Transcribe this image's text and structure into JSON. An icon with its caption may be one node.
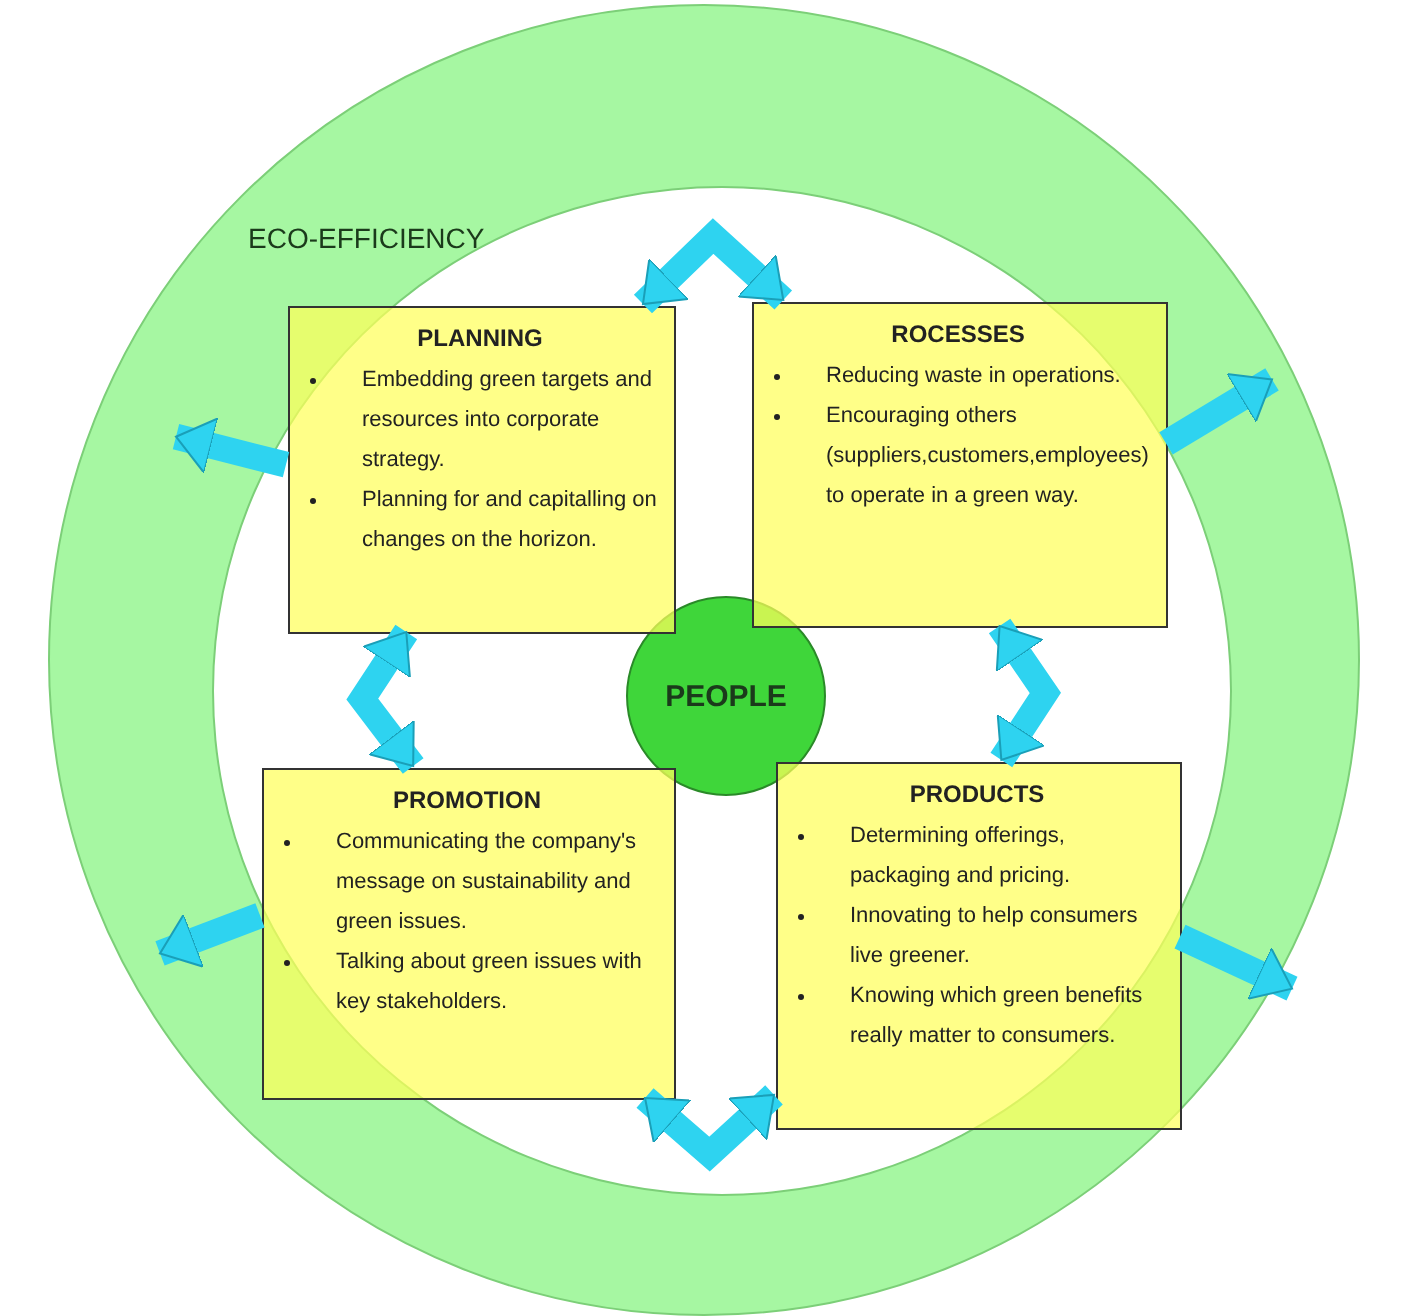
{
  "diagram": {
    "nodes": [
      {
        "text": [
          "ECO-EFFICIENCY"
        ]
      },
      {
        "text": [
          "PLANNING",
          "Embedding green targets and resources into corporate strategy.",
          "Planning for and capitalling on changes on the horizon."
        ],
        "in": 0
      },
      {
        "text": [
          "ROCESSES",
          "Reducing waste in operations.",
          "Encouraging others (suppliers,customers,employees) to operate in a green way."
        ],
        "in": 0
      },
      {
        "text": [
          "PEOPLE"
        ],
        "in": 0
      },
      {
        "text": [
          "PROMOTION",
          "Communicating the company's message on sustainability and green issues.",
          "Talking about green issues with key stakeholders."
        ],
        "in": 0
      },
      {
        "text": [
          "PRODUCTS",
          "Determining offerings, packaging and pricing.",
          "Innovating to help consumers live greener.",
          "Knowing which green benefits really matter to consumers."
        ],
        "in": 0
      }
    ],
    "edges": [
      {
        "from": 1,
        "to": 2,
        "arrow": "both"
      },
      {
        "from": 1,
        "to": 4,
        "arrow": "both"
      },
      {
        "from": 2,
        "to": 5,
        "arrow": "both"
      },
      {
        "from": 4,
        "to": 5,
        "arrow": "both"
      },
      {
        "from": 1,
        "to": null,
        "arrow": "to"
      },
      {
        "from": 2,
        "to": null,
        "arrow": "to"
      },
      {
        "from": 4,
        "to": null,
        "arrow": "to"
      },
      {
        "from": 5,
        "to": null,
        "arrow": "to"
      }
    ]
  }
}
